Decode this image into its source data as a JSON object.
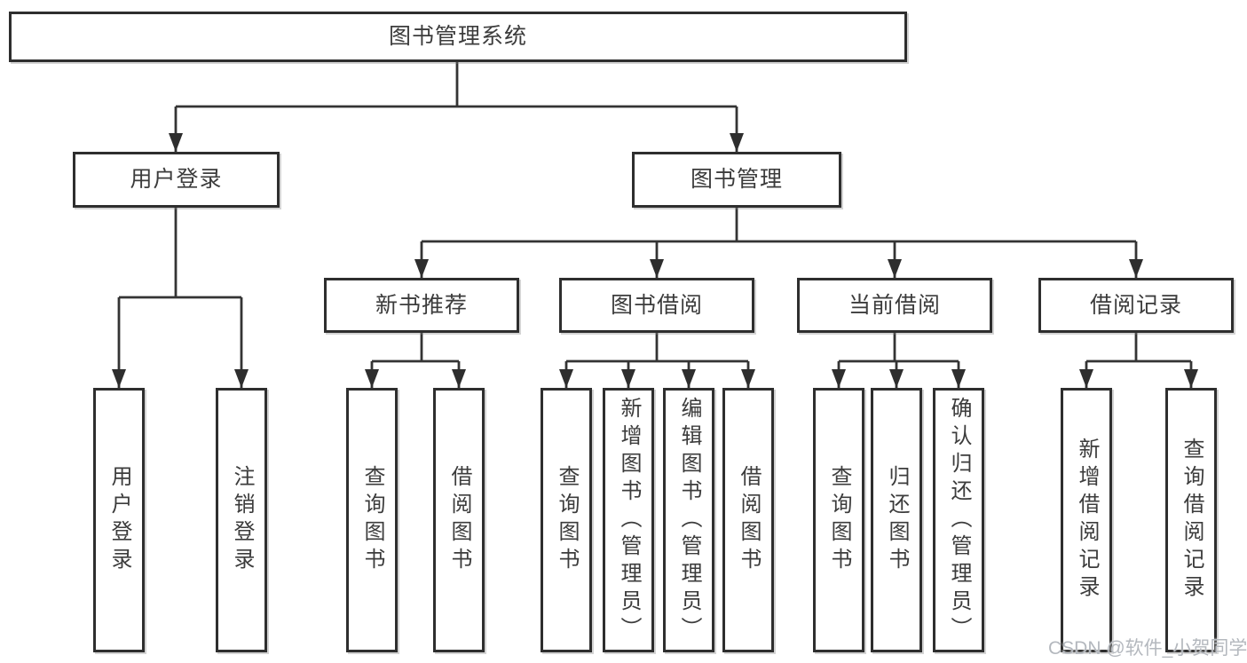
{
  "colors": {
    "line": "#343434",
    "box_border": "#2e2e2e",
    "text": "#3c3c3c",
    "watermark": "#b4b8be",
    "background": "#ffffff"
  },
  "diagram": {
    "type": "hierarchy-tree",
    "root": {
      "label": "图书管理系统",
      "children": [
        {
          "label": "用户登录",
          "children": [
            {
              "label": "用户登录"
            },
            {
              "label": "注销登录"
            }
          ]
        },
        {
          "label": "图书管理",
          "children": [
            {
              "label": "新书推荐",
              "children": [
                {
                  "label": "查询图书"
                },
                {
                  "label": "借阅图书"
                }
              ]
            },
            {
              "label": "图书借阅",
              "children": [
                {
                  "label": "查询图书"
                },
                {
                  "label": "新增图书（管理员）"
                },
                {
                  "label": "编辑图书（管理员）"
                },
                {
                  "label": "借阅图书"
                }
              ]
            },
            {
              "label": "当前借阅",
              "children": [
                {
                  "label": "查询图书"
                },
                {
                  "label": "归还图书"
                },
                {
                  "label": "确认归还（管理员）"
                }
              ]
            },
            {
              "label": "借阅记录",
              "children": [
                {
                  "label": "新增借阅记录"
                },
                {
                  "label": "查询借阅记录"
                }
              ]
            }
          ]
        }
      ]
    }
  },
  "watermark": {
    "text": "CSDN @软件_小贺同学"
  }
}
